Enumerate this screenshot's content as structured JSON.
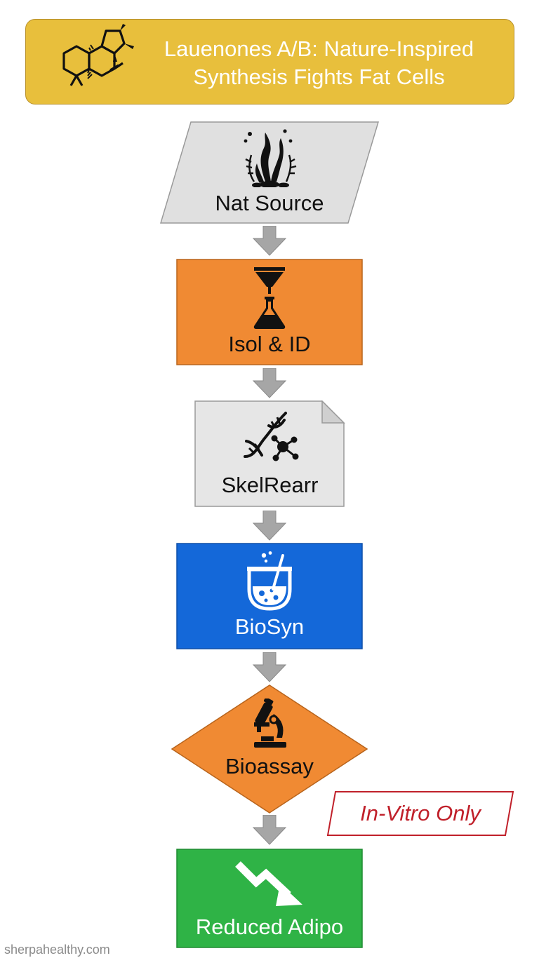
{
  "header": {
    "title_line1": "Lauenones A/B: Nature-Inspired",
    "title_line2": "Synthesis Fights Fat Cells",
    "icon": "molecule-structure-icon"
  },
  "steps": [
    {
      "label": "Nat Source",
      "icon": "seaweed-icon",
      "shape": "parallelogram",
      "color": "#e0e0e0"
    },
    {
      "label": "Isol & ID",
      "icon": "funnel-flask-icon",
      "shape": "rectangle",
      "color": "#f08a33"
    },
    {
      "label": "SkelRearr",
      "icon": "dna-molecule-icon",
      "shape": "document",
      "color": "#e6e6e6"
    },
    {
      "label": "BioSyn",
      "icon": "beaker-icon",
      "shape": "rectangle",
      "color": "#1468d9"
    },
    {
      "label": "Bioassay",
      "icon": "microscope-icon",
      "shape": "diamond",
      "color": "#f08a33"
    },
    {
      "label": "Reduced Adipo",
      "icon": "trend-down-arrow-icon",
      "shape": "rectangle",
      "color": "#2fb346"
    }
  ],
  "caveat": {
    "label": "In-Vitro Only",
    "color": "#c0202a"
  },
  "footer": {
    "source": "sherpahealthy.com"
  },
  "colors": {
    "title_bg": "#e8bf3c",
    "arrow": "#a6a6a6"
  }
}
